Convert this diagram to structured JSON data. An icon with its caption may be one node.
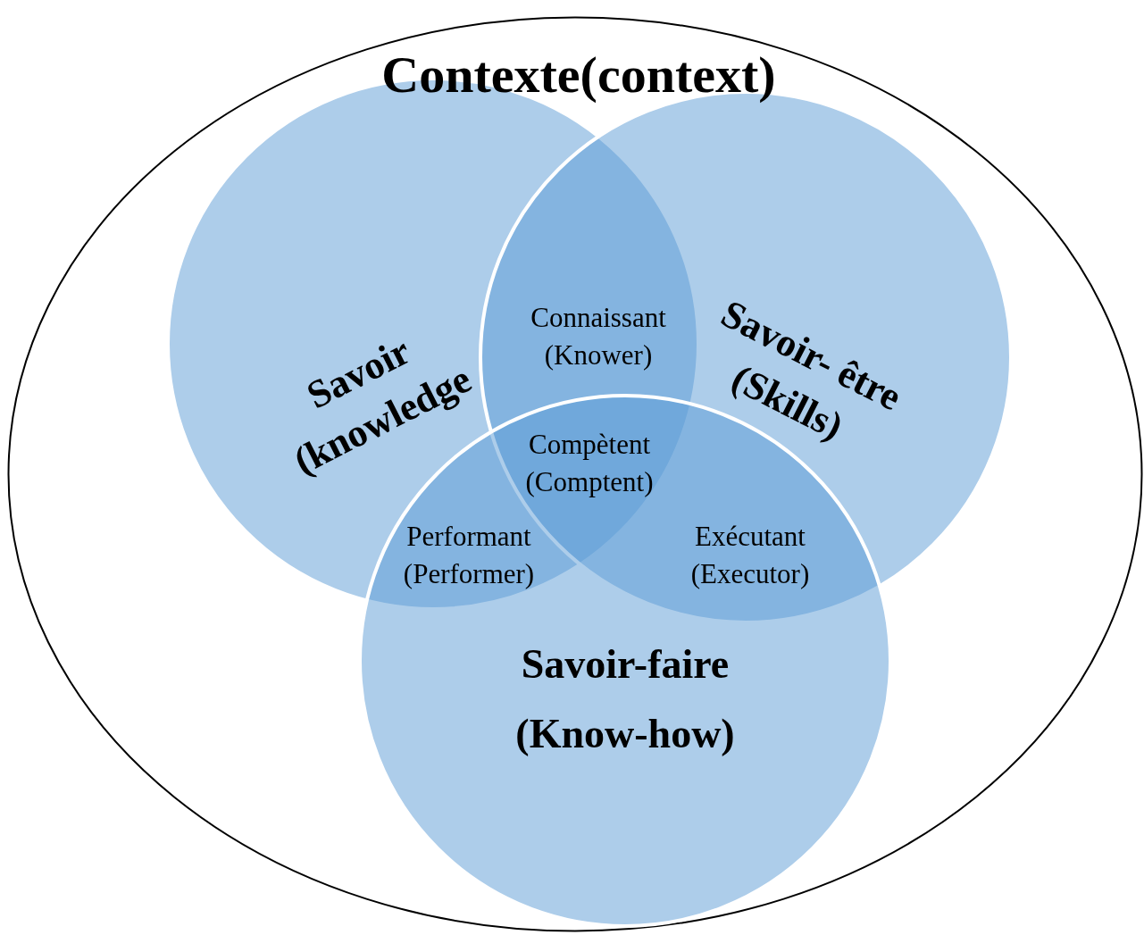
{
  "diagram": {
    "nodes": [
      {
        "text": [
          "Contexte(context)"
        ]
      },
      {
        "text": [
          "Savoir (knowledge"
        ],
        "in": 0
      },
      {
        "text": [
          "Savoir- être (Skills)"
        ],
        "in": 0
      },
      {
        "text": [
          "Savoir-faire (Know-how)"
        ],
        "in": 0
      }
    ],
    "labels": [
      "Connaissant (Knower)",
      "Compètent (Comptent)",
      "Performant (Performer)",
      "Exécutant (Executor)"
    ]
  }
}
